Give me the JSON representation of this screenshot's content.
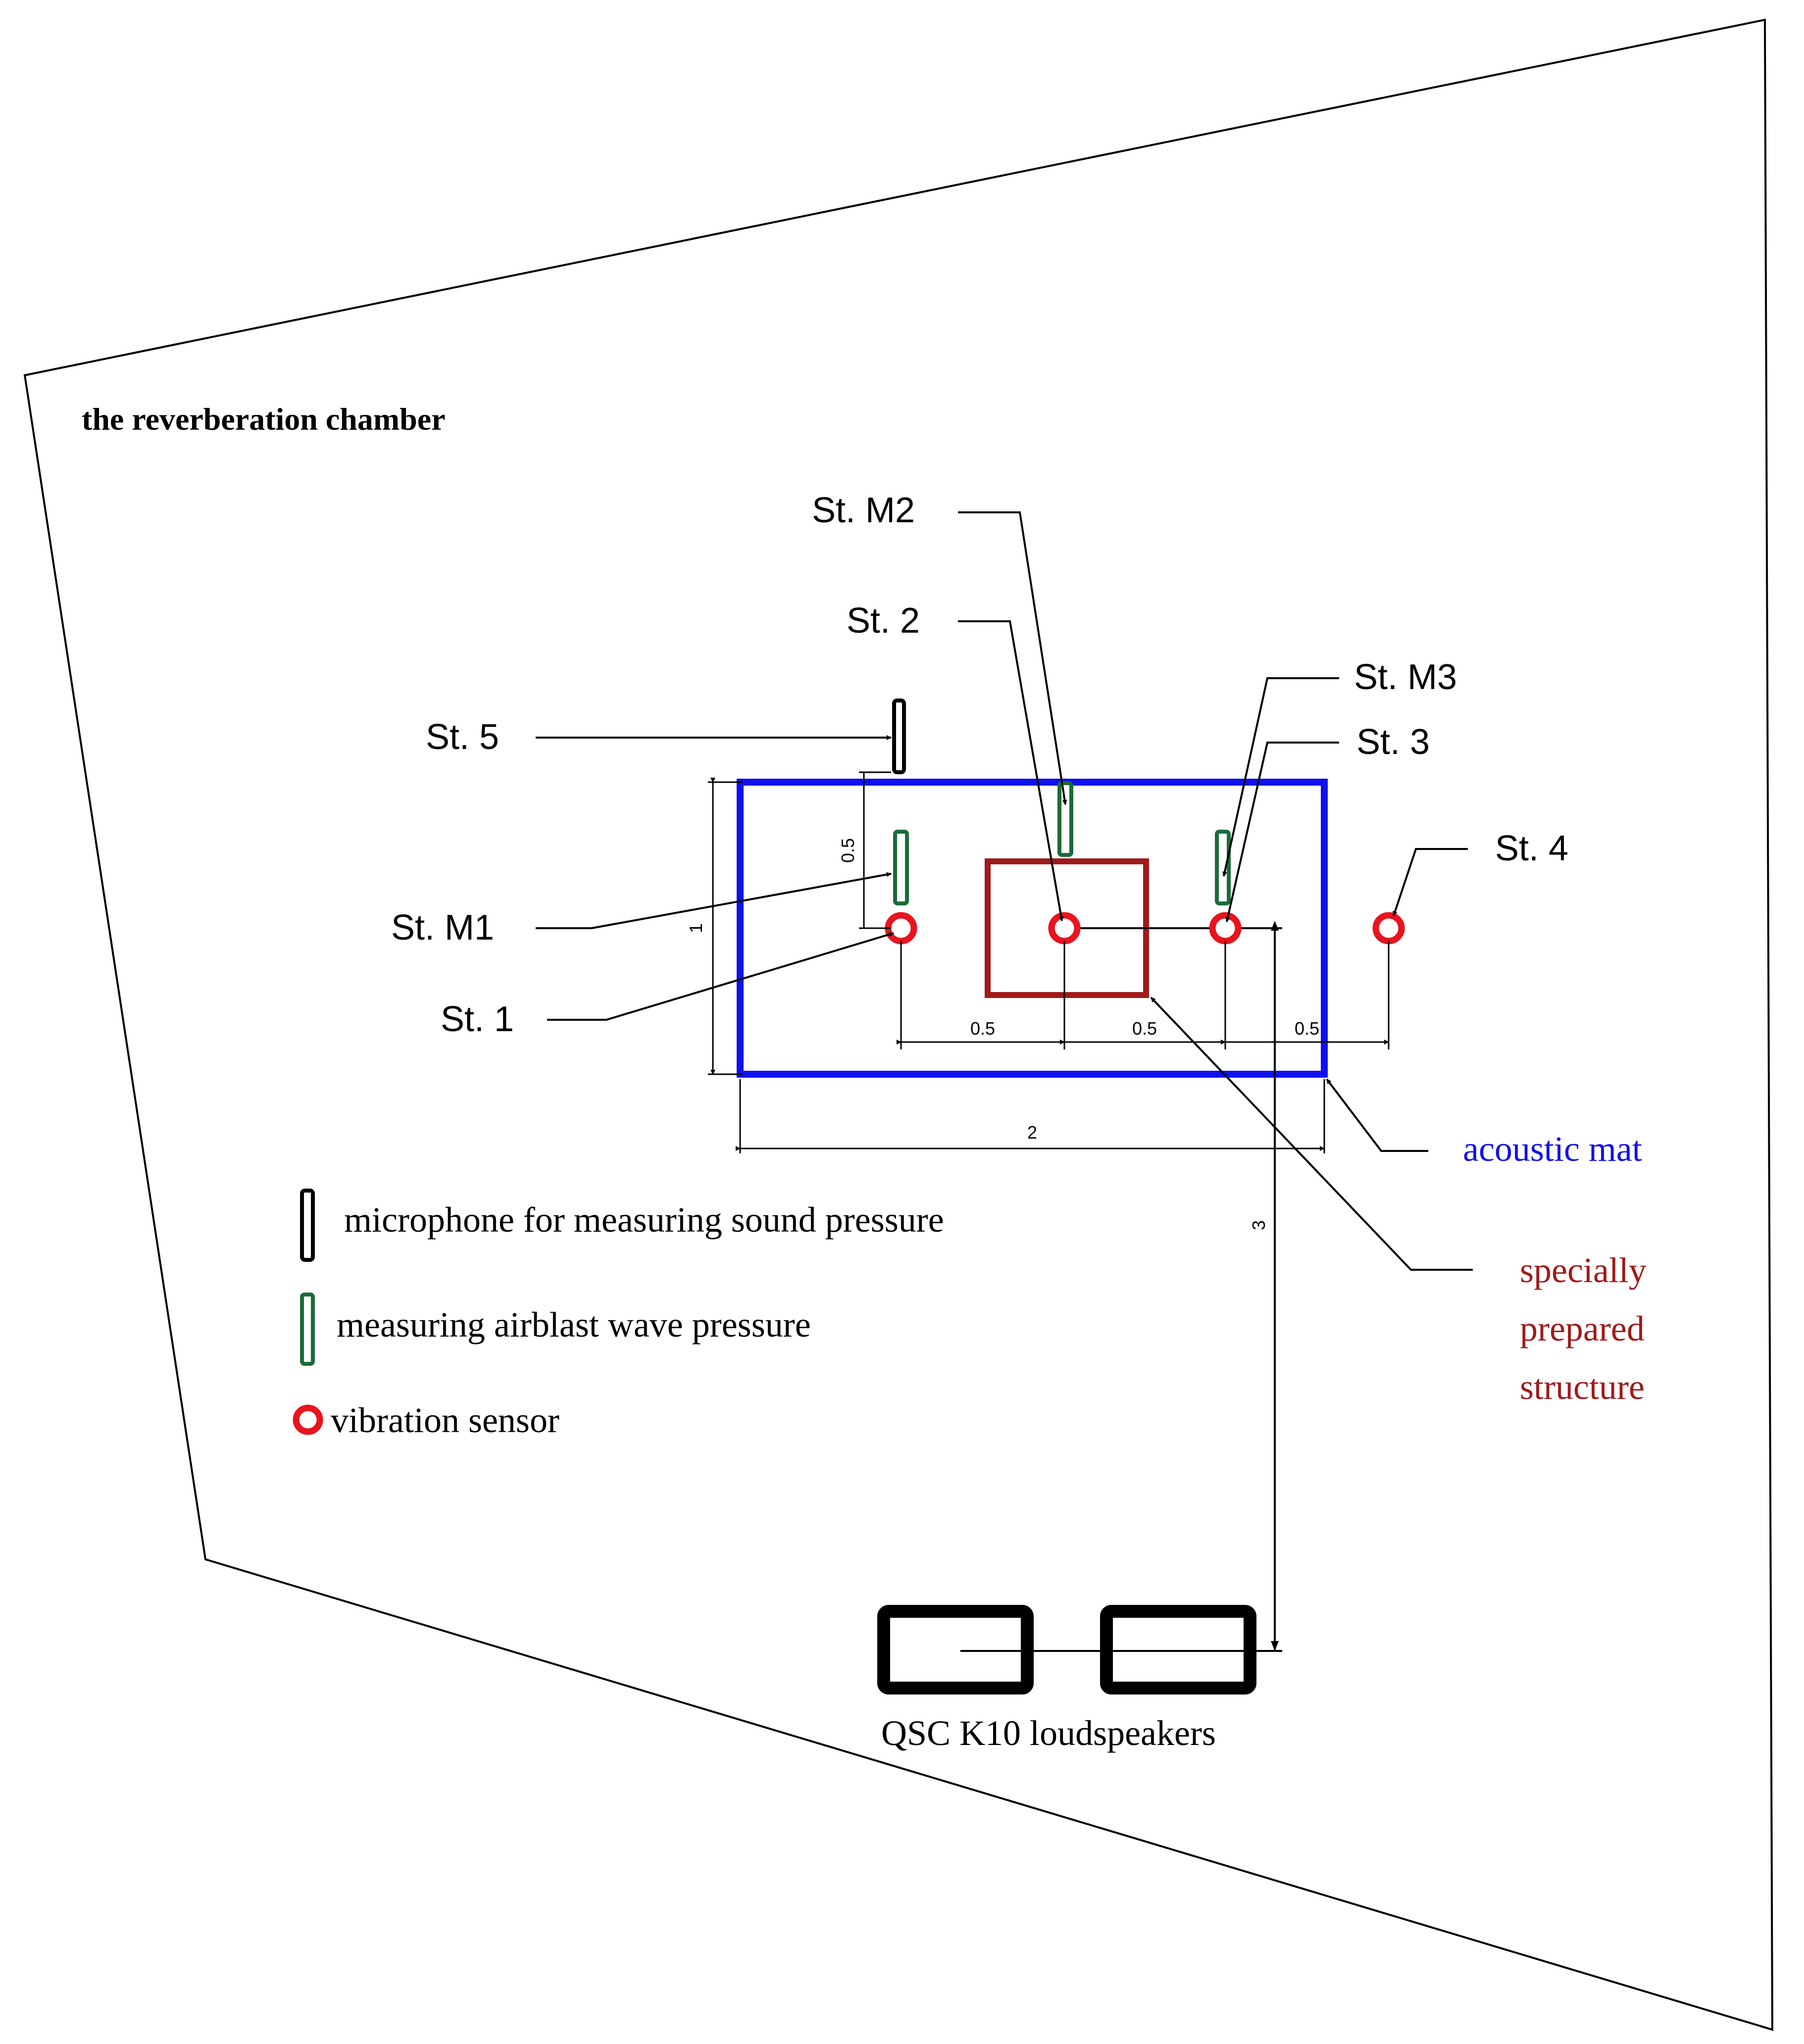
{
  "title": "the reverberation chamber",
  "stations": {
    "st_m2": "St. M2",
    "st_2": "St. 2",
    "st_m3": "St. M3",
    "st_3": "St. 3",
    "st_5": "St. 5",
    "st_4": "St. 4",
    "st_m1": "St. M1",
    "st_1": "St. 1"
  },
  "dimensions": {
    "d_mic_offset": "0.5",
    "d_mat_height": "1",
    "d_spacing_1": "0.5",
    "d_spacing_2": "0.5",
    "d_spacing_3": "0.5",
    "d_mat_width": "2",
    "d_speaker_dist": "3"
  },
  "callouts": {
    "acoustic_mat": "acoustic mat",
    "structure_line1": "specially",
    "structure_line2": "prepared",
    "structure_line3": "structure",
    "loudspeakers": "QSC K10 loudspeakers"
  },
  "legend": [
    {
      "icon": "microphone-icon",
      "label": "microphone for measuring sound pressure"
    },
    {
      "icon": "airblast-sensor-icon",
      "label": "measuring airblast wave pressure"
    },
    {
      "icon": "vibration-sensor-icon",
      "label": "vibration sensor"
    }
  ],
  "colors": {
    "acoustic_mat": "#1010ee",
    "structure": "#a01a1a",
    "airblast_sensor": "#1a6b3a",
    "vibration_sensor": "#e8141e",
    "microphone": "#000000",
    "line": "#000000"
  }
}
